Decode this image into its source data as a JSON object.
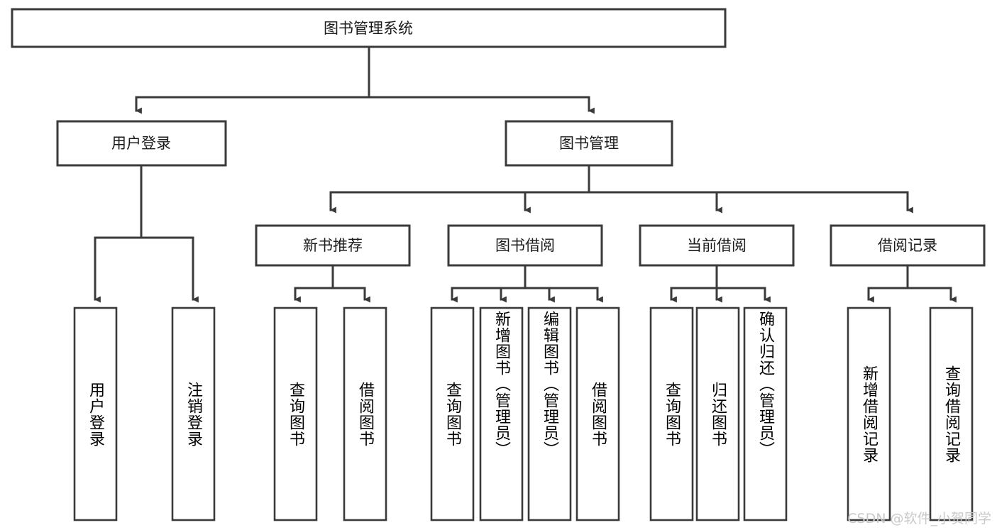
{
  "diagram": {
    "type": "tree-hierarchy-chart",
    "title": "图书管理系统",
    "orientation": "top-down",
    "box_fill": "#ffffff",
    "box_stroke": "#3a3a3a",
    "text_color": "#1b1b1b",
    "levels": [
      {
        "level": 1,
        "nodes": [
          {
            "id": "root",
            "label": "图书管理系统",
            "text_direction": "horizontal"
          }
        ]
      },
      {
        "level": 2,
        "nodes": [
          {
            "id": "user-login",
            "label": "用户登录",
            "text_direction": "horizontal",
            "parent": "root"
          },
          {
            "id": "book-manage",
            "label": "图书管理",
            "text_direction": "horizontal",
            "parent": "root"
          }
        ]
      },
      {
        "level": 3,
        "nodes": [
          {
            "id": "new-book-recommend",
            "label": "新书推荐",
            "text_direction": "horizontal",
            "parent": "book-manage"
          },
          {
            "id": "book-borrow",
            "label": "图书借阅",
            "text_direction": "horizontal",
            "parent": "book-manage"
          },
          {
            "id": "current-borrow",
            "label": "当前借阅",
            "text_direction": "horizontal",
            "parent": "book-manage"
          },
          {
            "id": "borrow-record",
            "label": "借阅记录",
            "text_direction": "horizontal",
            "parent": "book-manage"
          }
        ]
      },
      {
        "level": 4,
        "nodes": [
          {
            "id": "leaf-user-login",
            "label": "用户登录",
            "text_direction": "vertical",
            "parent": "user-login"
          },
          {
            "id": "leaf-user-logout",
            "label": "注销登录",
            "text_direction": "vertical",
            "parent": "user-login"
          },
          {
            "id": "leaf-nbr-query",
            "label": "查询图书",
            "text_direction": "vertical",
            "parent": "new-book-recommend"
          },
          {
            "id": "leaf-nbr-borrow",
            "label": "借阅图书",
            "text_direction": "vertical",
            "parent": "new-book-recommend"
          },
          {
            "id": "leaf-bb-query",
            "label": "查询图书",
            "text_direction": "vertical",
            "parent": "book-borrow"
          },
          {
            "id": "leaf-bb-add",
            "label": "新增图书（管理员）",
            "text_direction": "vertical",
            "parent": "book-borrow"
          },
          {
            "id": "leaf-bb-edit",
            "label": "编辑图书（管理员）",
            "text_direction": "vertical",
            "parent": "book-borrow"
          },
          {
            "id": "leaf-bb-borrow",
            "label": "借阅图书",
            "text_direction": "vertical",
            "parent": "book-borrow"
          },
          {
            "id": "leaf-cb-query",
            "label": "查询图书",
            "text_direction": "vertical",
            "parent": "current-borrow"
          },
          {
            "id": "leaf-cb-return",
            "label": "归还图书",
            "text_direction": "vertical",
            "parent": "current-borrow"
          },
          {
            "id": "leaf-cb-confirm",
            "label": "确认归还（管理员）",
            "text_direction": "vertical",
            "parent": "current-borrow"
          },
          {
            "id": "leaf-br-add",
            "label": "新增借阅记录",
            "text_direction": "vertical",
            "parent": "borrow-record"
          },
          {
            "id": "leaf-br-query",
            "label": "查询借阅记录",
            "text_direction": "vertical",
            "parent": "borrow-record"
          }
        ]
      }
    ]
  },
  "watermark": {
    "text": "CSDN @软件_小贺同学"
  }
}
